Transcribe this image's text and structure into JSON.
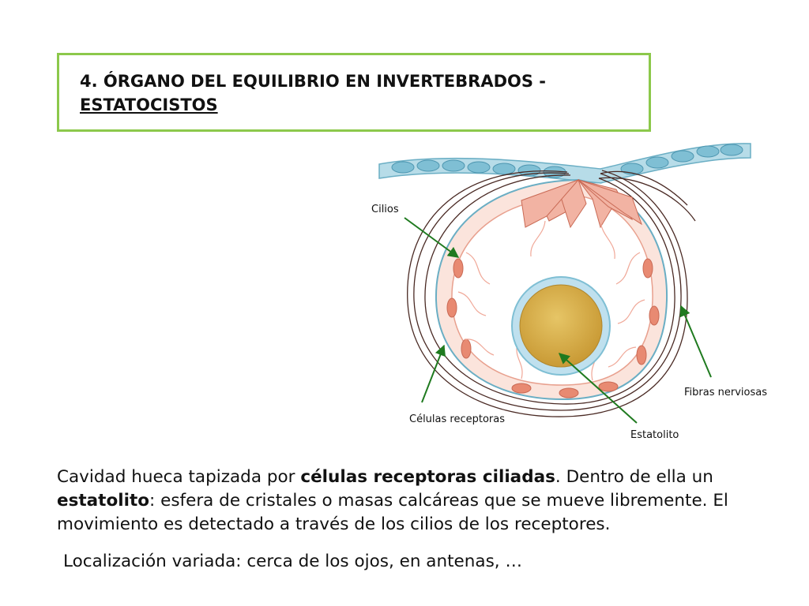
{
  "title": {
    "line1": "4. ÓRGANO DEL EQUILIBRIO EN INVERTEBRADOS -",
    "line2": "ESTATOCISTOS"
  },
  "diagram": {
    "labels": {
      "cilios": "Cilios",
      "fibras": "Fibras nerviosas",
      "celulas": "Células receptoras",
      "estatolito": "Estatolito"
    },
    "colors": {
      "arrow": "#1f7a1f",
      "epithelium": "#8fc6d8",
      "receptor_cells": "#f2b3a3",
      "statolith": "#d6b04a",
      "statolith_halo": "#bfe0ee",
      "nerve_fibers": "#4a2a24"
    }
  },
  "body": {
    "p1_a": "Cavidad hueca tapizada por ",
    "p1_b": "células receptoras ciliadas",
    "p1_c": ". Dentro de ella un ",
    "p1_d": "estatolito",
    "p1_e": ": esfera de cristales o masas calcáreas que se mueve libremente. El movimiento es detectado a través de los cilios de los receptores.",
    "p2": "Localización variada: cerca de los ojos, en antenas, …"
  }
}
